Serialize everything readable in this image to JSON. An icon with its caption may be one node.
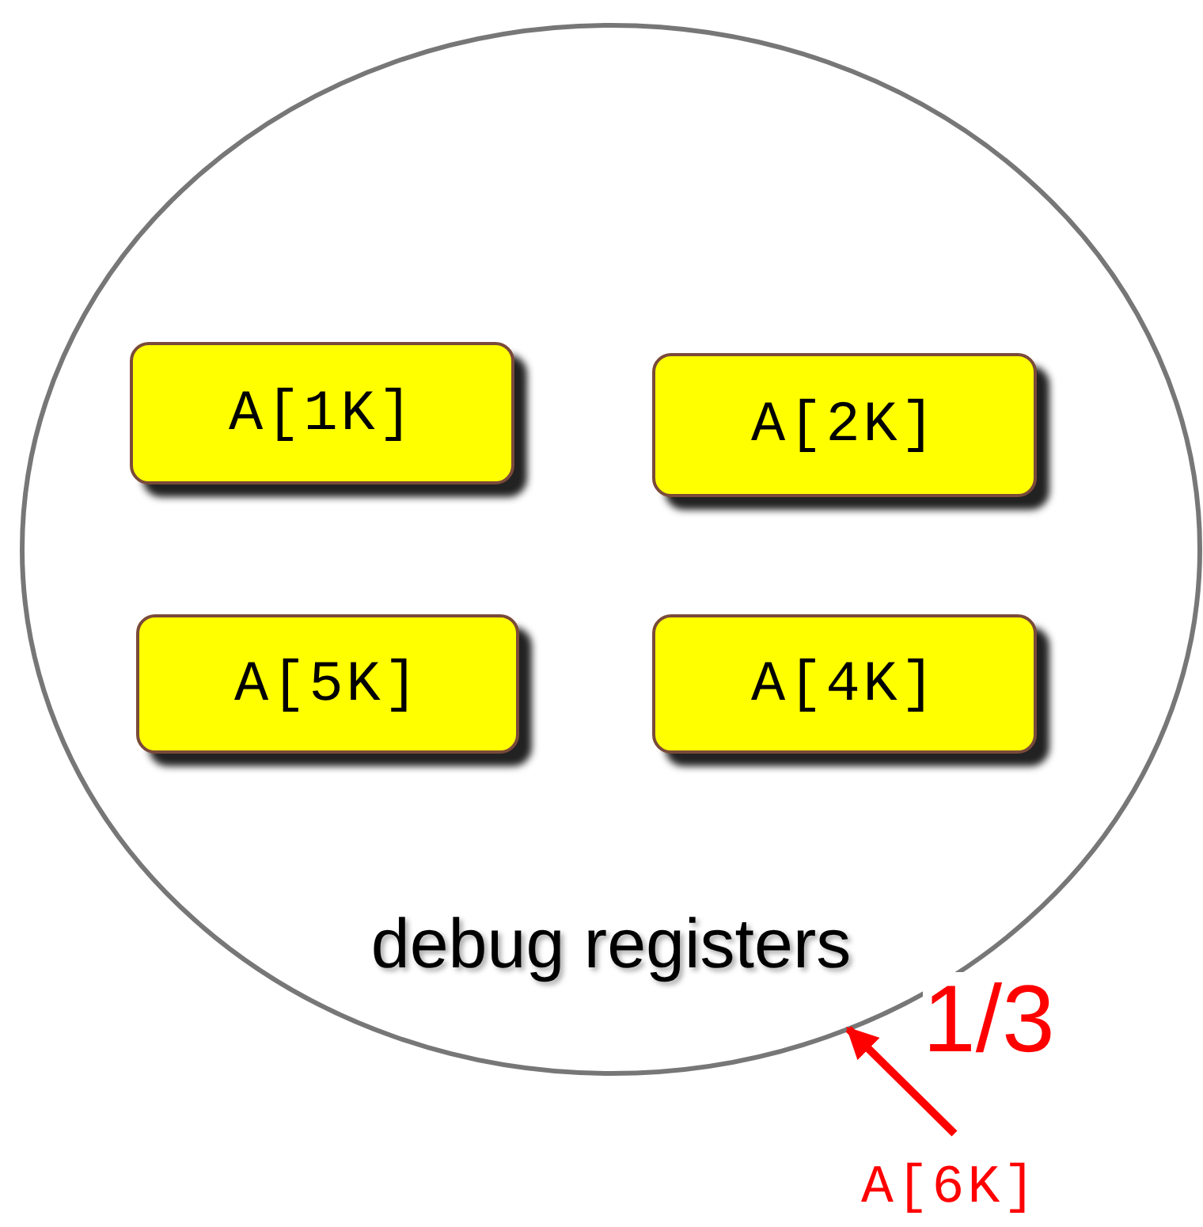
{
  "diagram": {
    "nodes": [
      {
        "text": [
          "debug registers"
        ]
      },
      {
        "text": [
          "A[1K]"
        ],
        "in": 0
      },
      {
        "text": [
          "A[2K]"
        ],
        "in": 0
      },
      {
        "text": [
          "A[5K]"
        ],
        "in": 0
      },
      {
        "text": [
          "A[4K]"
        ],
        "in": 0
      },
      {
        "text": [
          "A[6K]"
        ]
      }
    ],
    "edges": [
      {
        "from": 5,
        "to": 0,
        "arrow": "to",
        "label": "1/3",
        "color": "#ff0000"
      }
    ]
  }
}
